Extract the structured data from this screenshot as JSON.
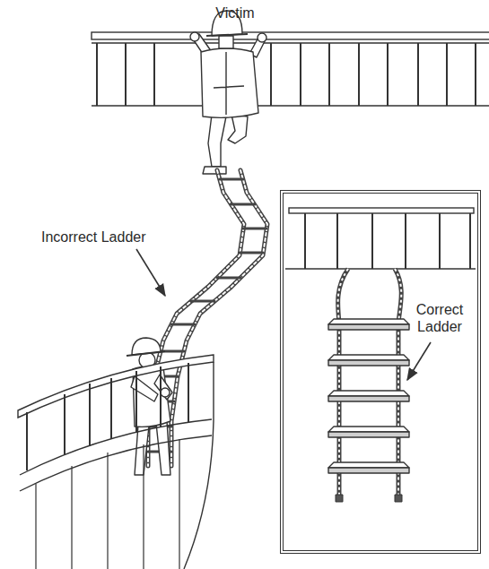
{
  "diagram": {
    "nodes": [
      {
        "text": [
          "Correct Ladder"
        ]
      }
    ],
    "labels": [
      "Victim",
      "Incorrect Ladder"
    ]
  }
}
